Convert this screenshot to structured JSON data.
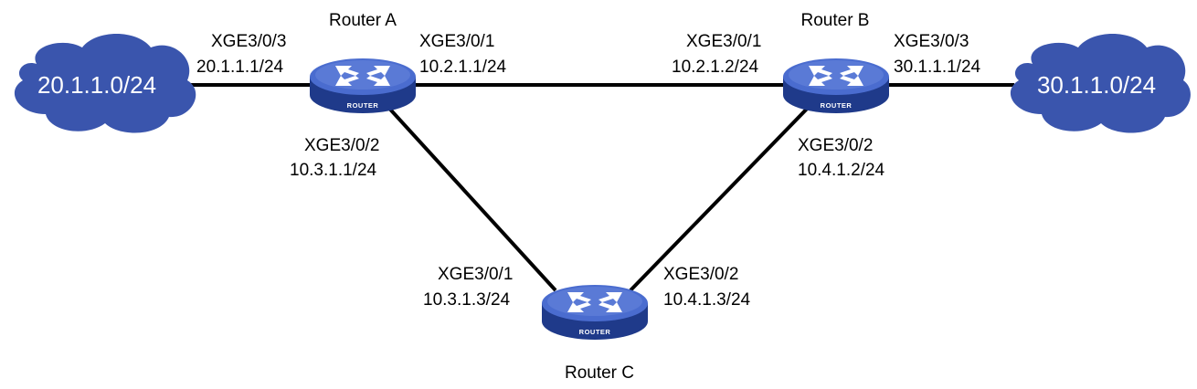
{
  "colors": {
    "cloud": "#3a55ad",
    "router_top": "#4a6ccf",
    "router_side": "#1f3a8a",
    "link": "#000000"
  },
  "clouds": {
    "left": {
      "label": "20.1.1.0/24"
    },
    "right": {
      "label": "30.1.1.0/24"
    }
  },
  "routers": {
    "a": {
      "name": "Router A",
      "badge": "ROUTER"
    },
    "b": {
      "name": "Router B",
      "badge": "ROUTER"
    },
    "c": {
      "name": "Router C",
      "badge": "ROUTER"
    }
  },
  "interfaces": {
    "a_xge3": {
      "port": "XGE3/0/3",
      "ip": "20.1.1.1/24"
    },
    "a_xge1": {
      "port": "XGE3/0/1",
      "ip": "10.2.1.1/24"
    },
    "a_xge2": {
      "port": "XGE3/0/2",
      "ip": "10.3.1.1/24"
    },
    "b_xge1": {
      "port": "XGE3/0/1",
      "ip": "10.2.1.2/24"
    },
    "b_xge3": {
      "port": "XGE3/0/3",
      "ip": "30.1.1.1/24"
    },
    "b_xge2": {
      "port": "XGE3/0/2",
      "ip": "10.4.1.2/24"
    },
    "c_xge1": {
      "port": "XGE3/0/1",
      "ip": "10.3.1.3/24"
    },
    "c_xge2": {
      "port": "XGE3/0/2",
      "ip": "10.4.1.3/24"
    }
  }
}
